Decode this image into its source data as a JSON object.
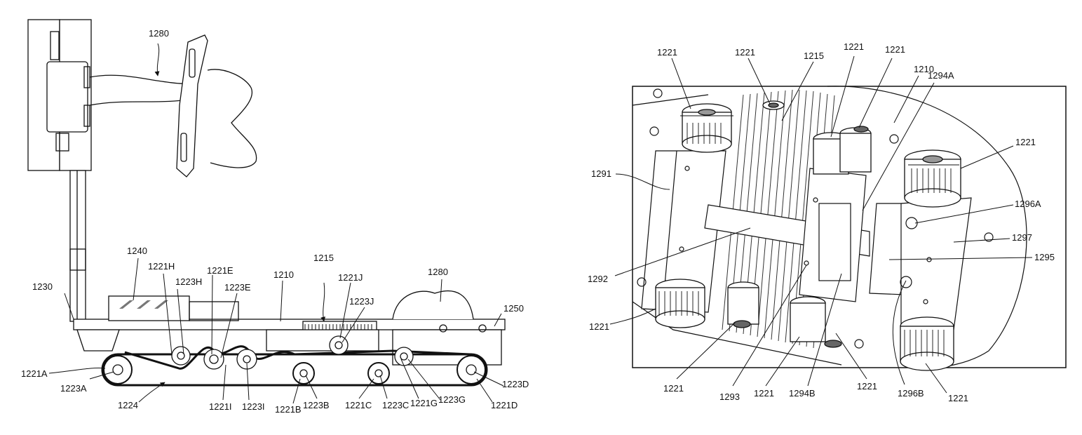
{
  "figure_left": {
    "labels": {
      "l1280_top": "1280",
      "l1240": "1240",
      "l1221H": "1221H",
      "l1221E": "1221E",
      "l1210": "1210",
      "l1215": "1215",
      "l1280_right": "1280",
      "l1230": "1230",
      "l1223H": "1223H",
      "l1223E": "1223E",
      "l1221J": "1221J",
      "l1223J": "1223J",
      "l1250": "1250",
      "l1221A": "1221A",
      "l1223A": "1223A",
      "l1224": "1224",
      "l1221I": "1221I",
      "l1223I": "1223I",
      "l1221B": "1221B",
      "l1223B": "1223B",
      "l1221C": "1221C",
      "l1223C": "1223C",
      "l1221G": "1221G",
      "l1223G": "1223G",
      "l1223D": "1223D",
      "l1221D": "1221D"
    }
  },
  "figure_right": {
    "labels": {
      "t1221a": "1221",
      "t1221b": "1221",
      "t1215": "1215",
      "t1221c": "1221",
      "t1221d": "1221",
      "t1210": "1210",
      "t1294A": "1294A",
      "t1291": "1291",
      "t1221e": "1221",
      "t1296A": "1296A",
      "t1297": "1297",
      "t1295": "1295",
      "t1292": "1292",
      "t1221f": "1221",
      "t1221g": "1221",
      "t1293": "1293",
      "t1221h": "1221",
      "t1294B": "1294B",
      "t1221i": "1221",
      "t1296B": "1296B",
      "t1221j": "1221"
    }
  },
  "colors": {
    "line": "#111111",
    "paper": "#ffffff",
    "shade": "#9a9a9a"
  }
}
